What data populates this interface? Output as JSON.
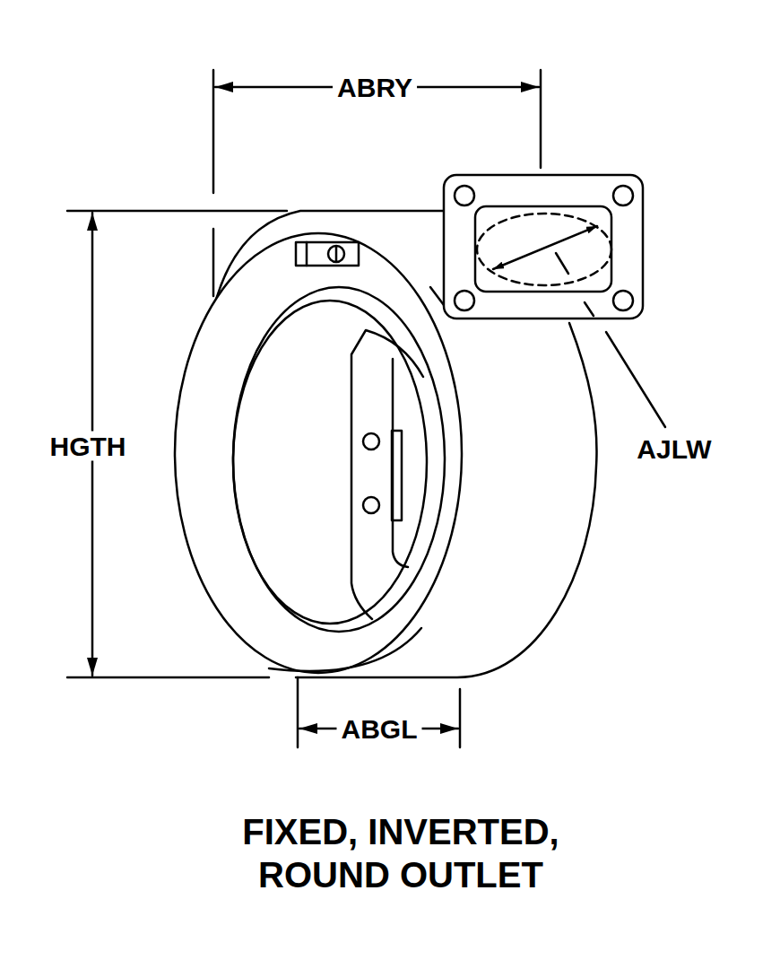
{
  "diagram": {
    "caption": "FIXED, INVERTED, ROUND OUTLET",
    "labels": [
      "ABRY",
      "HGTH",
      "AJLW",
      "ABGL"
    ]
  }
}
